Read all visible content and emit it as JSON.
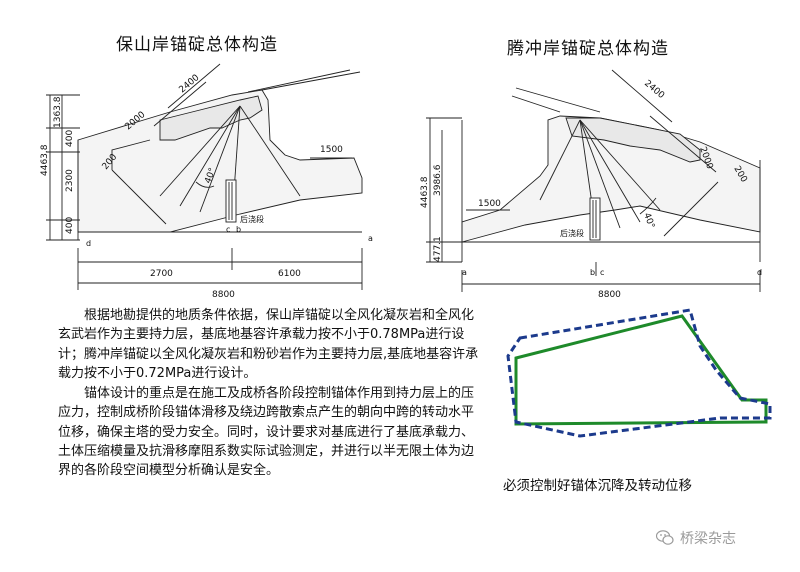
{
  "left_drawing": {
    "title": "保山岸锚碇总体构造",
    "dims": {
      "d2400": "2400",
      "d2000": "2000",
      "d1363": "1363.8",
      "d400a": "400",
      "d4463": "4463.8",
      "d200": "200",
      "d2300": "2300",
      "d400b": "400",
      "d1500": "1500",
      "d2700": "2700",
      "d6100": "6100",
      "d8800": "8800",
      "angle": "40°"
    },
    "labels": {
      "a": "a",
      "b": "b",
      "c": "c",
      "d": "d",
      "pile": "后浇段"
    }
  },
  "right_drawing": {
    "title": "腾冲岸锚碇总体构造",
    "dims": {
      "d2400": "2400",
      "d2000": "2000",
      "d200": "200",
      "d3986": "3986.6",
      "d4463": "4463.8",
      "d1500": "1500",
      "d477": "477.1",
      "d8800": "8800",
      "angle": "40°"
    },
    "labels": {
      "a": "a",
      "b": "b",
      "c": "c",
      "d": "d",
      "pile": "后浇段"
    }
  },
  "text": {
    "para1": "根据地勘提供的地质条件依据，保山岸锚碇以全风化凝灰岩和全风化玄武岩作为主要持力层，基底地基容许承载力按不小于0.78MPa进行设计；腾冲岸锚碇以全风化凝灰岩和粉砂岩作为主要持力层,基底地基容许承载力按不小于0.72MPa进行设计。",
    "para2": "锚体设计的重点是在施工及成桥各阶段控制锚体作用到持力层上的压应力，控制成桥阶段锚体滑移及绕边跨散索点产生的朝向中跨的转动水平位移，确保主塔的受力安全。同时，设计要求对基底进行了基底承载力、土体压缩模量及抗滑移摩阻系数实际试验测定，并进行以半无限土体为边界的各阶段空间模型分析确认是安全。",
    "caption": "必须控制好锚体沉降及转动位移"
  },
  "watermark": {
    "text": "桥梁杂志",
    "icon": "wechat-icon"
  },
  "colors": {
    "solid_outline": "#1e8a2a",
    "dashed_outline": "#1c3a8c"
  }
}
